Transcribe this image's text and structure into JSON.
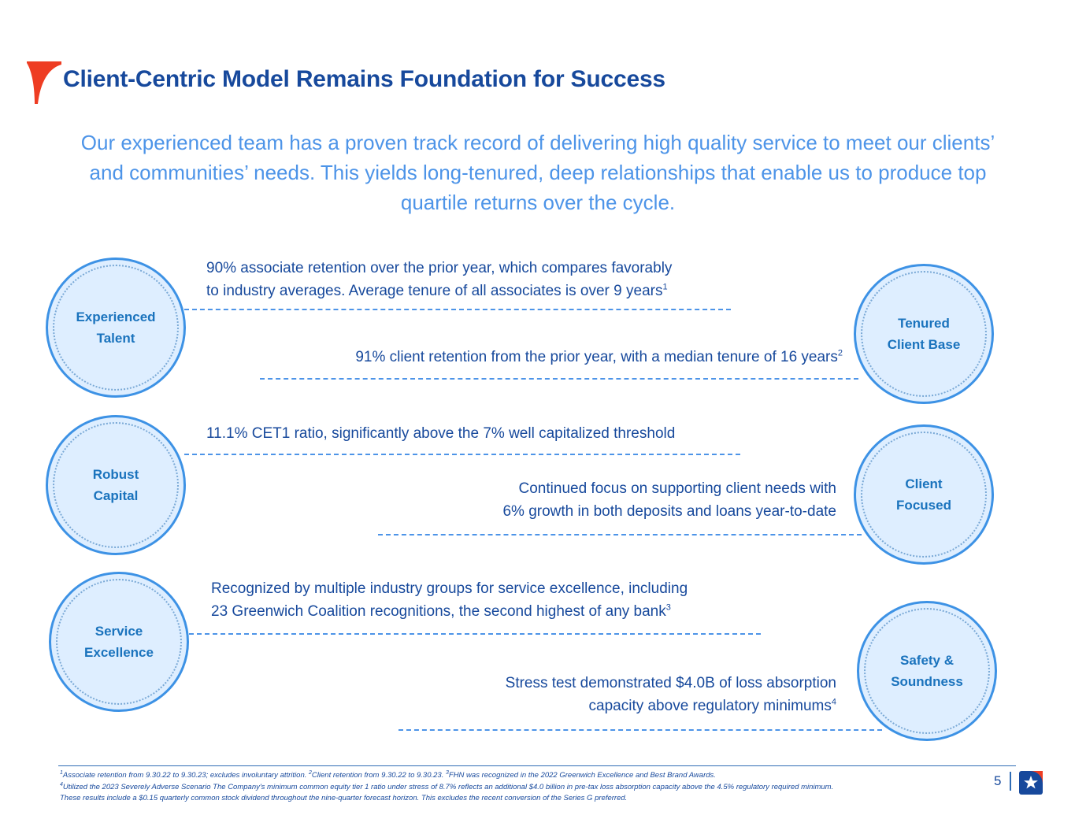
{
  "slide": {
    "title": "Client-Centric Model Remains Foundation for Success",
    "subtitle": "Our experienced team has a proven track record of delivering high quality service to meet our clients’ and communities’ needs. This yields long-tenured, deep relationships that enable us to produce top quartile returns over the cycle.",
    "page_number": "5"
  },
  "colors": {
    "title_blue": "#17499c",
    "subtitle_blue": "#4d94e8",
    "circle_fill": "#deeeff",
    "circle_border": "#3d92e5",
    "circle_text": "#1a73bd",
    "accent_red": "#ee3d23",
    "dash_blue": "#4d94e8"
  },
  "circles": {
    "left": [
      {
        "line1": "Experienced",
        "line2": "Talent"
      },
      {
        "line1": "Robust",
        "line2": "Capital"
      },
      {
        "line1": "Service",
        "line2": "Excellence"
      }
    ],
    "right": [
      {
        "line1": "Tenured",
        "line2": "Client Base"
      },
      {
        "line1": "Client",
        "line2": "Focused"
      },
      {
        "line1": "Safety &",
        "line2": "Soundness"
      }
    ]
  },
  "statements": [
    {
      "line1": "90% associate retention over the prior year, which compares favorably",
      "line2": "to industry averages. Average tenure of all associates is over 9 years",
      "superscript": "1"
    },
    {
      "line1": "91% client retention from the prior year, with a median tenure of 16 years",
      "line2": "",
      "superscript": "2"
    },
    {
      "line1": "11.1% CET1 ratio, significantly above the 7% well capitalized threshold",
      "line2": "",
      "superscript": ""
    },
    {
      "line1": "Continued focus on supporting client needs with",
      "line2": "6% growth in both deposits and loans year-to-date",
      "superscript": ""
    },
    {
      "line1": "Recognized by multiple industry groups for service excellence, including",
      "line2": "23 Greenwich Coalition recognitions, the second highest of any bank",
      "superscript": "3"
    },
    {
      "line1": "Stress test demonstrated $4.0B of loss absorption",
      "line2": "capacity above regulatory minimums",
      "superscript": "4"
    }
  ],
  "footnotes": {
    "line1_a": "Associate retention from 9.30.22 to 9.30.23; excludes involuntary attrition. ",
    "line1_b": "Client retention from 9.30.22 to 9.30.23. ",
    "line1_c": "FHN was recognized in the 2022 Greenwich Excellence and Best Brand Awards.",
    "line2": "Utilized the 2023 Severely Adverse Scenario The Company's minimum common equity tier 1 ratio under stress of 8.7% reflects an additional $4.0 billion in pre-tax loss absorption capacity above the 4.5% regulatory required minimum.",
    "line3": "These results include a $0.15 quarterly common stock dividend throughout the nine-quarter forecast horizon. This excludes the recent conversion of the Series G preferred.",
    "marks": {
      "m1": "1",
      "m2": "2",
      "m3": "3",
      "m4": "4"
    }
  }
}
